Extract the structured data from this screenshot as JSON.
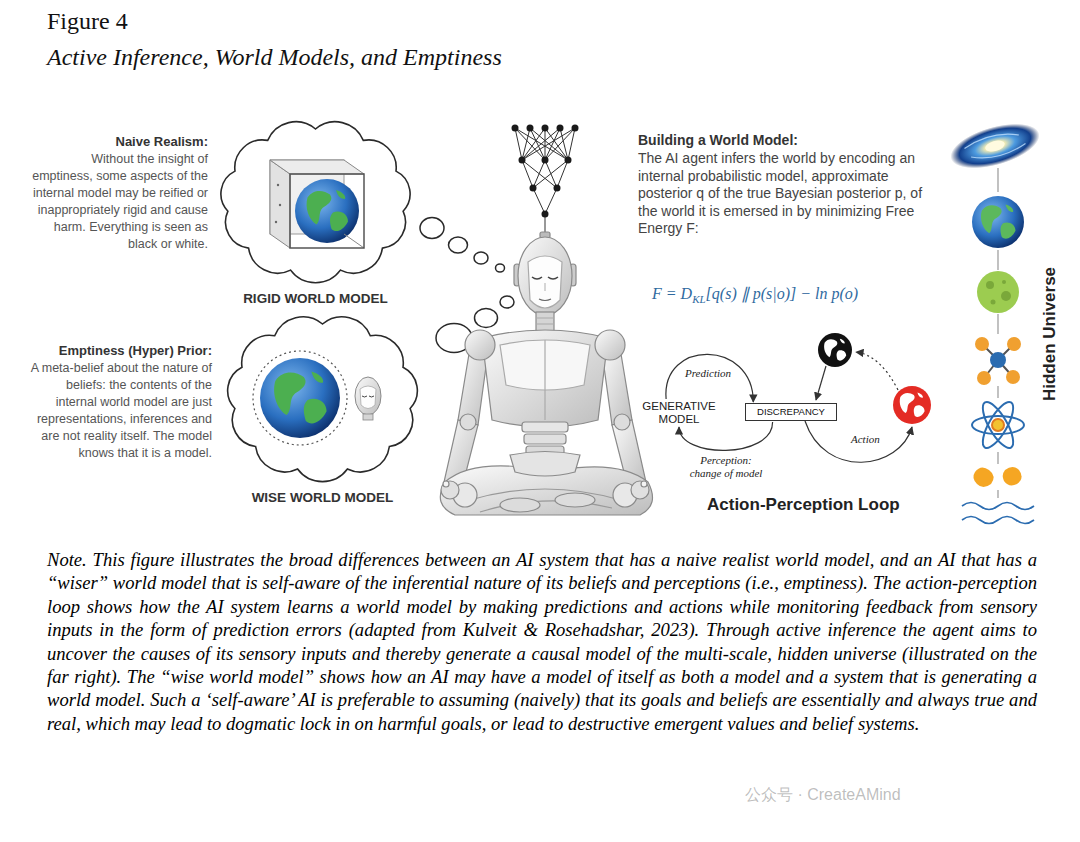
{
  "diagram": {
    "title": "Figure 4",
    "caption": "Note. This figure illustrates the broad differences between an AI system that has a naive realist world model, and an AI that has a “wiser” world model that is self-aware of the inferential nature of its beliefs and perceptions (i.e., emptiness). The action-perception loop shows how the AI system learns a world model by making predictions and actions while monitoring feedback from sensory inputs in the form of prediction errors (adapted from Kulveit & Rosehadshar, 2023). Through active inference the agent aims to uncover the causes of its sensory inputs and thereby generate a causal model of the multi-scale, hidden universe (illustrated on the far right). The “wise world model” shows how an AI may have a model of itself as both a model and a system that is generating a world model. Such a ‘self-aware’ AI is preferable to assuming (naively) that its goals and beliefs are essentially and always true and real, which may lead to dogmatic lock in on harmful goals, or lead to destructive emergent values and belief systems.",
    "nodes": [
      {
        "text": [
          "RIGID WORLD MODEL"
        ]
      },
      {
        "text": [
          "WISE WORLD MODEL"
        ]
      },
      {
        "text": [
          "GENERATIVE MODEL"
        ]
      },
      {
        "text": [
          "DISCREPANCY"
        ]
      }
    ],
    "edges": [
      {
        "from": 2,
        "to": 3,
        "label": "Prediction",
        "arrow": "to"
      },
      {
        "from": 3,
        "to": 2,
        "label": "Perception: change of model",
        "arrow": "to"
      }
    ],
    "labels": [
      "Active Inference, World Models, and Emptiness",
      "Naive Realism:",
      "Without the insight of emptiness, some aspects of the internal model may be reified or inappropriately rigid and cause harm. Everything is seen as black or white.",
      "Emptiness (Hyper) Prior:",
      "A meta-belief about the nature of beliefs: the contents of the internal world model are just representations, inferences and are not reality itself. The model knows that it is a model.",
      "Building a World Model:",
      "The AI agent infers the world by encoding an internal probabilistic model, approximate posterior q of the true Bayesian posterior p, of the world it is emersed in by minimizing Free Energy F:",
      "F = D",
      "KL",
      "[q(s) ∥ p(s|o)] − ln p(o)",
      "Action",
      "Action-Perception Loop",
      "Hidden Universe",
      "公众号 · CreateAMind"
    ]
  }
}
